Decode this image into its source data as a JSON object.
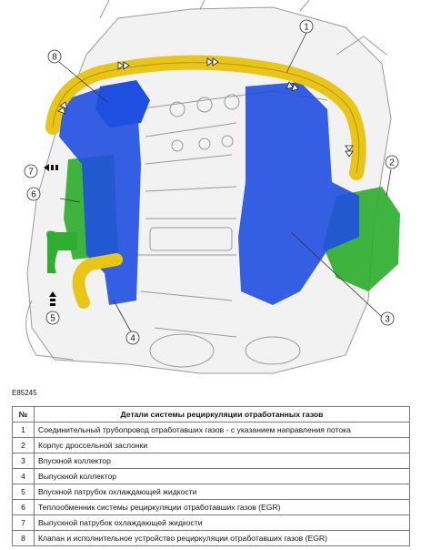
{
  "figure": {
    "id_label": "E85245",
    "callouts": [
      "1",
      "2",
      "3",
      "4",
      "5",
      "6",
      "7",
      "8"
    ]
  },
  "table": {
    "header_num": "№",
    "header_title": "Детали системы рециркуляции отработанных газов",
    "rows": [
      {
        "num": "1",
        "text": "Соединительный трубопровод отработавших газов - с указанием направления потока"
      },
      {
        "num": "2",
        "text": "Корпус дроссельной заслонки"
      },
      {
        "num": "3",
        "text": "Впускной коллектор"
      },
      {
        "num": "4",
        "text": "Выпускной коллектор"
      },
      {
        "num": "5",
        "text": "Впускной патрубок охлаждающей жидкости"
      },
      {
        "num": "6",
        "text": "Теплообменник системы рециркуляции отработавших газов (EGR)"
      },
      {
        "num": "7",
        "text": "Выпускной патрубок охлаждающей жидкости"
      },
      {
        "num": "8",
        "text": "Клапан и исполнительное устройство рециркуляции отработавших газов (EGR)"
      }
    ]
  },
  "colors": {
    "egr_pipe": "#e8c516",
    "intake_manifold": "#1f4fe0",
    "exhaust_manifold": "#1f4fe0",
    "egr_cooler": "#2fae2f",
    "throttle_body": "#2fae2f",
    "engine_outline": "#9a9a9a",
    "background": "#ffffff"
  },
  "icons": {
    "flow_arrow": "double-chevron-arrow-icon",
    "coolant_arrow": "triple-bar-arrow-icon"
  }
}
